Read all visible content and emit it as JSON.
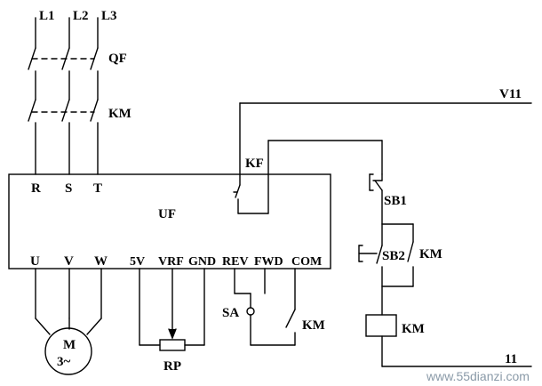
{
  "diagram": {
    "phases": [
      "L1",
      "L2",
      "L3"
    ],
    "breaker": "QF",
    "main_contactor": "KM",
    "inverter": "UF",
    "inverter_inputs": [
      "R",
      "S",
      "T"
    ],
    "inverter_outputs": [
      "U",
      "V",
      "W"
    ],
    "control_terminals": [
      "5V",
      "VRF",
      "GND",
      "REV",
      "FWD",
      "COM"
    ],
    "fault_relay": "KF",
    "supply_label": "V11",
    "neutral_label": "11",
    "stop_button": "SB1",
    "start_button": "SB2",
    "aux_contact_1": "KM",
    "aux_contact_2": "KM",
    "coil": "KM",
    "switch": "SA",
    "potentiometer": "RP",
    "motor_line1": "M",
    "motor_line2": "3~",
    "watermark": "www.55dianzi.com"
  },
  "colors": {
    "line": "#000000",
    "watermark": "#8a9aa8"
  }
}
